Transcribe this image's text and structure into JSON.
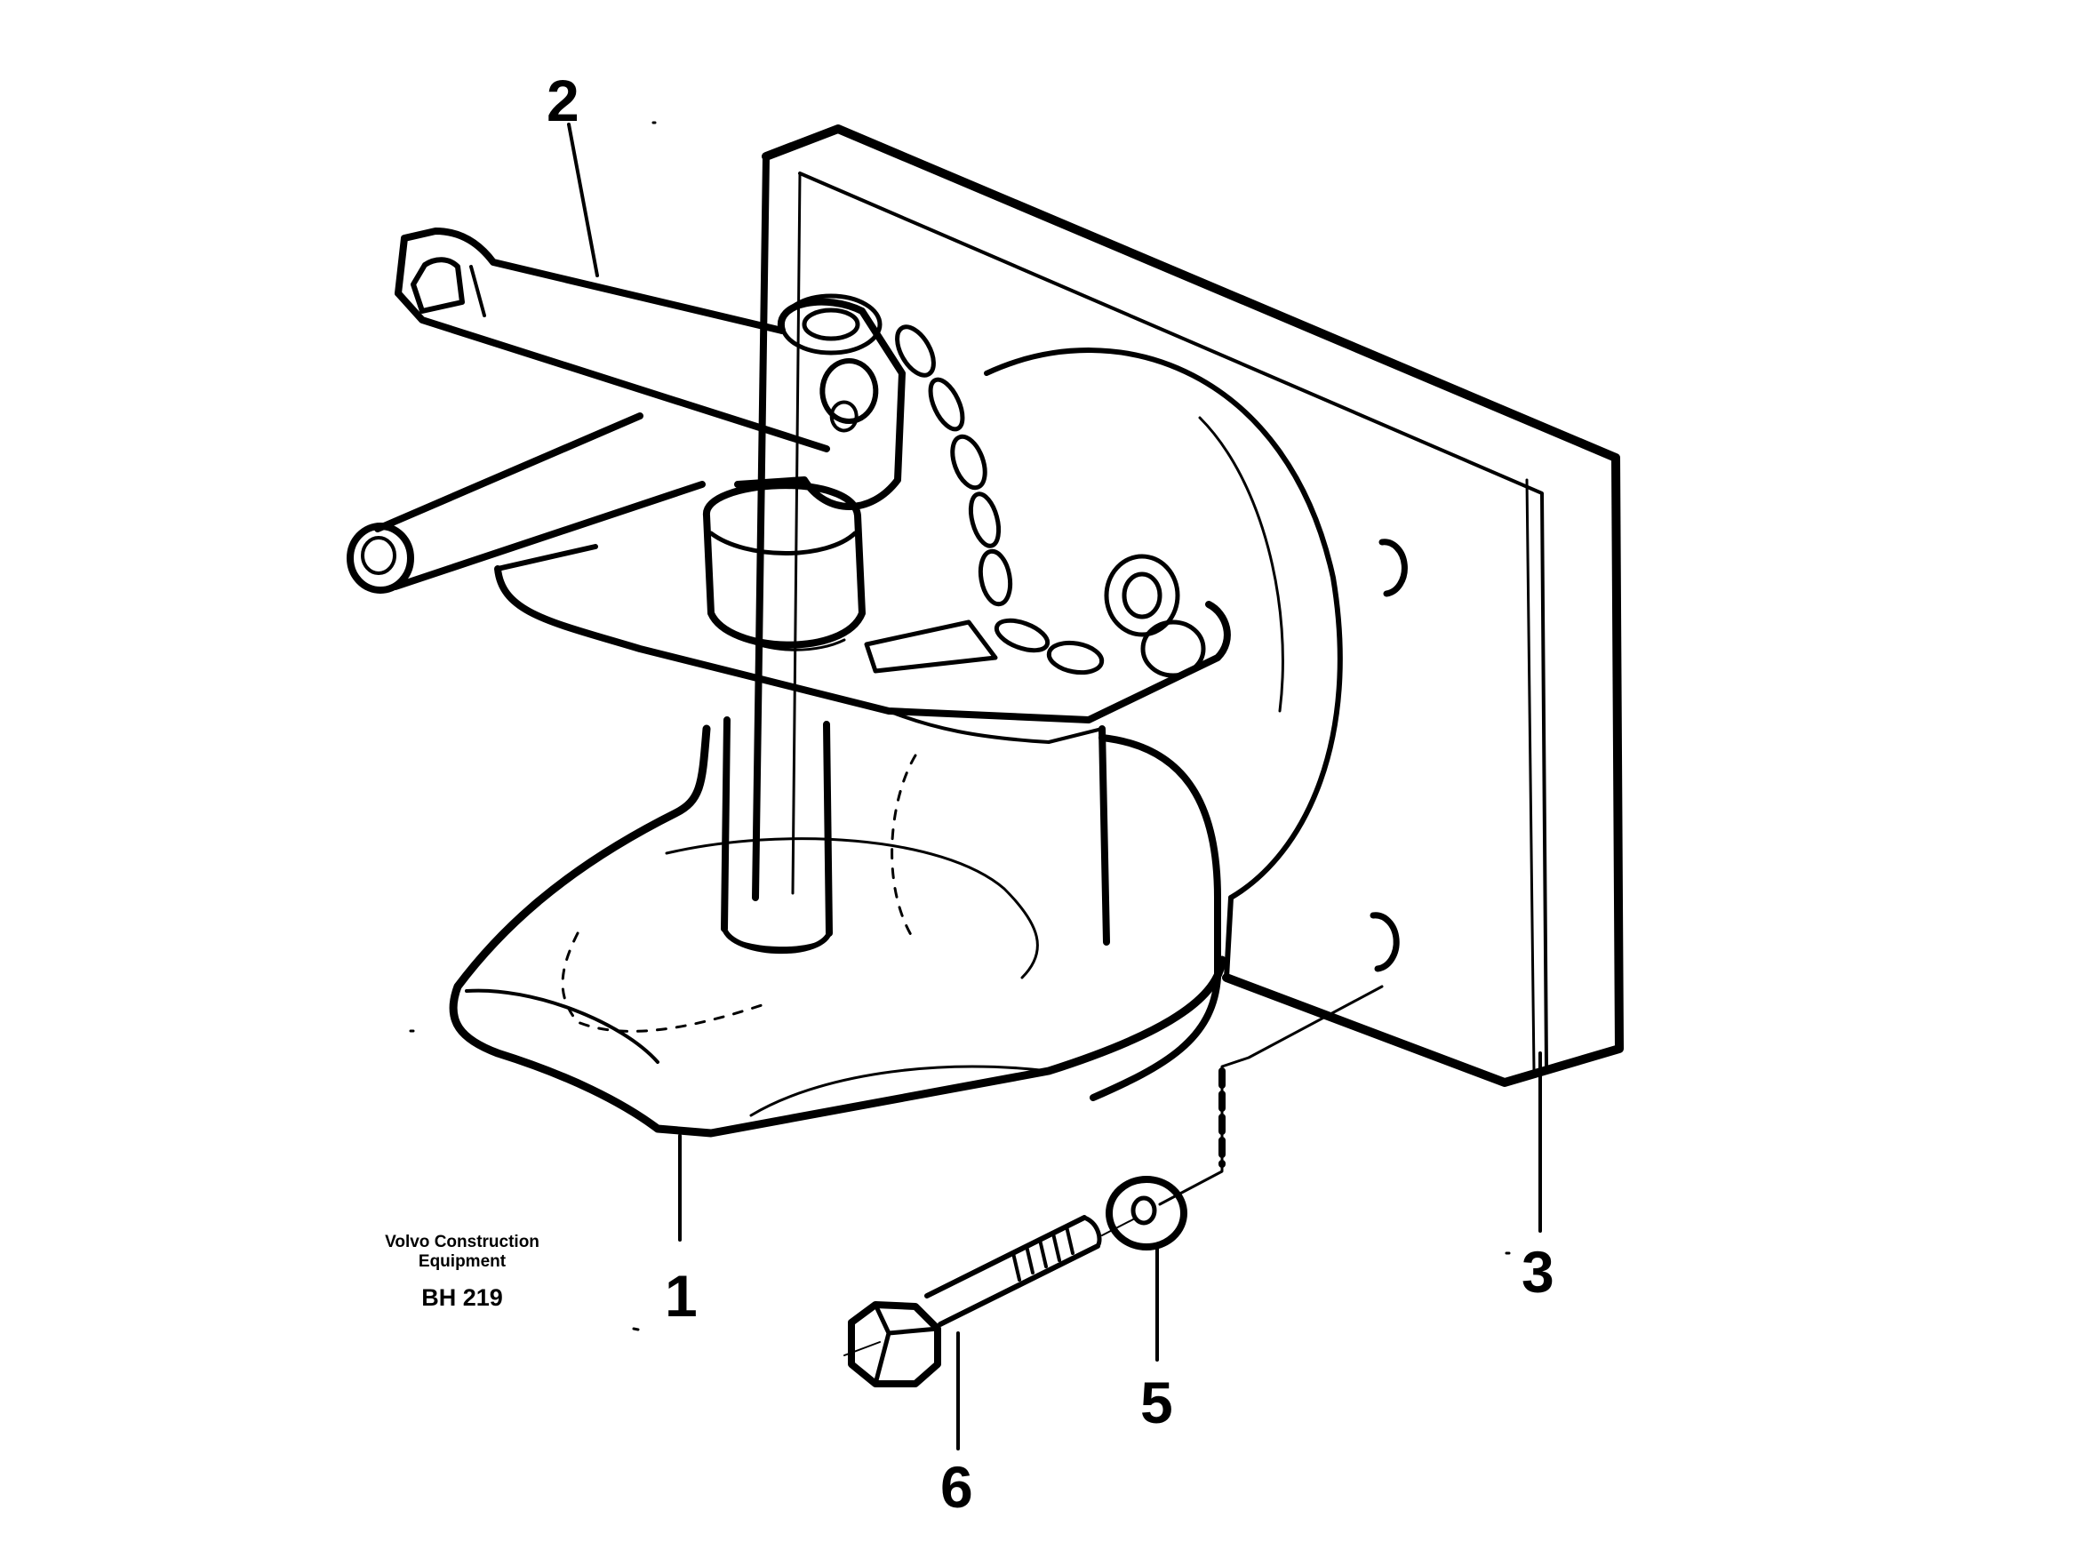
{
  "callouts": [
    "1",
    "2",
    "3",
    "5",
    "6"
  ],
  "caption": {
    "line1": "Volvo Construction",
    "line2": "Equipment",
    "code": "BH 219"
  },
  "colors": {
    "ink": "#000000",
    "paper": "#ffffff"
  }
}
